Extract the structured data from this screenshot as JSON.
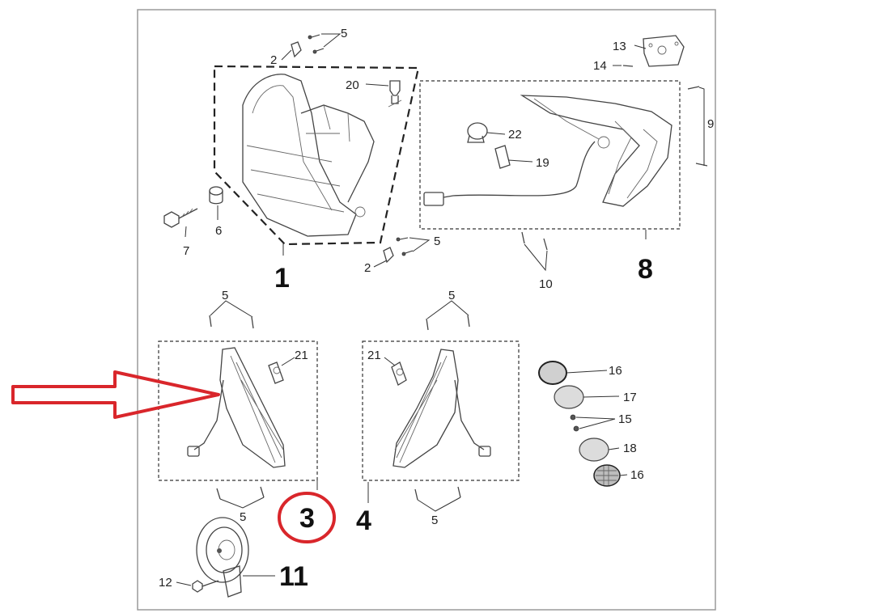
{
  "diagram": {
    "group_numbers": {
      "headlight": "1",
      "front_turn_right": "8",
      "left_indicator": "3",
      "right_indicator": "4",
      "horn": "11"
    },
    "callouts": {
      "c2a": "2",
      "c5a": "5",
      "c20": "20",
      "c13": "13",
      "c14": "14",
      "c9": "9",
      "c22": "22",
      "c19": "19",
      "c7": "7",
      "c6": "6",
      "c2b": "2",
      "c5b": "5",
      "c10": "10",
      "c5c": "5",
      "c5d": "5",
      "c21a": "21",
      "c21b": "21",
      "c16a": "16",
      "c17": "17",
      "c15": "15",
      "c18": "18",
      "c16b": "16",
      "c5e": "5",
      "c5f": "5",
      "c12": "12"
    },
    "highlight_color": "#d9262b"
  }
}
